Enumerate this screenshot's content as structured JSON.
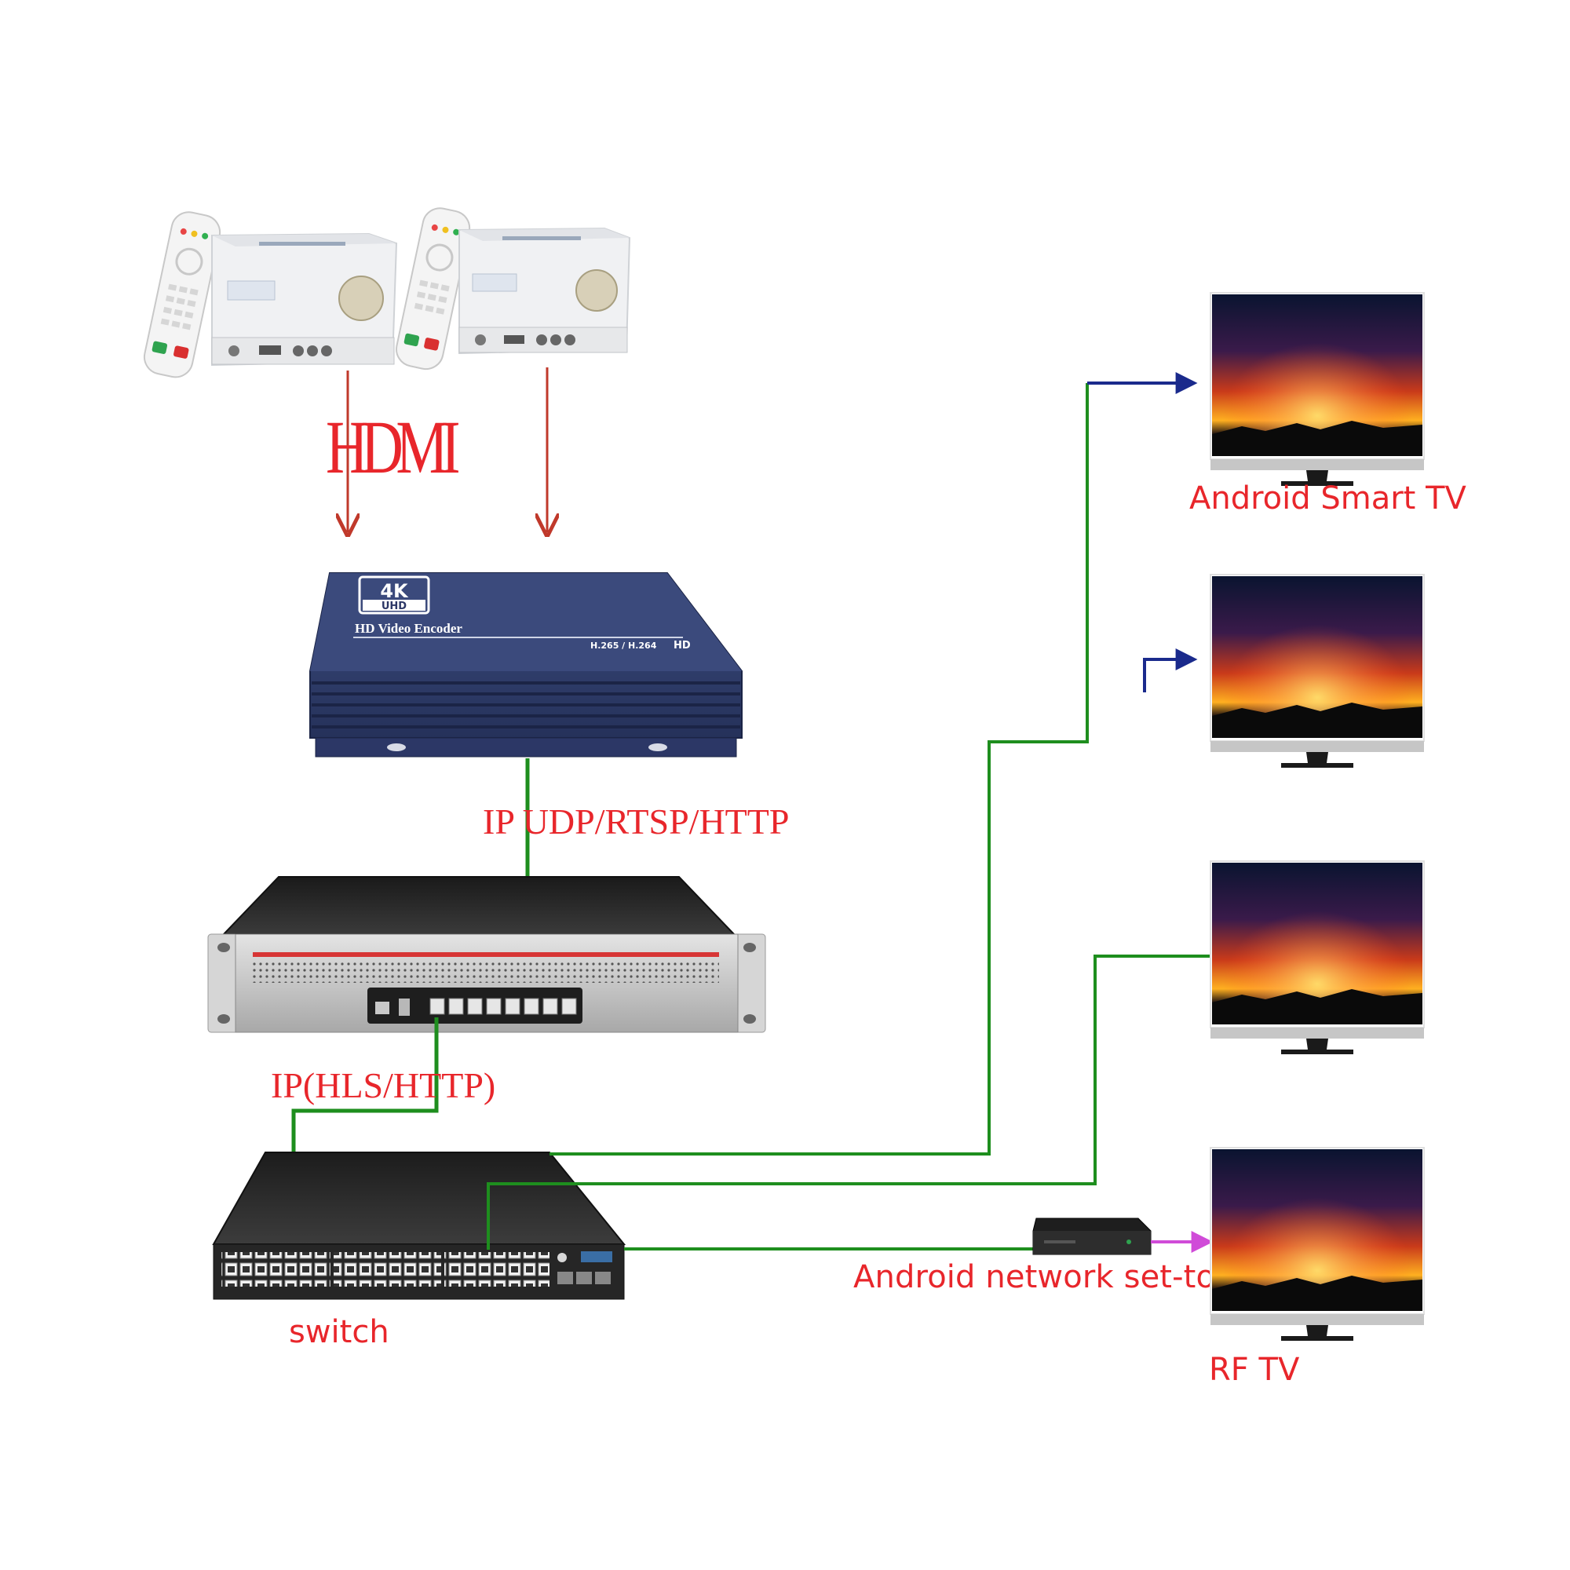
{
  "colors": {
    "label_red": "#e8262b",
    "hdmi_line": "#c0392b",
    "ip_line": "#1e8e1e",
    "tv_link": "#1a2a8c",
    "rf_link": "#d04bd8"
  },
  "labels": {
    "hdmi": "HDMI",
    "encoder_output": "IP UDP/RTSP/HTTP",
    "server_output": "IP(HLS/HTTP)",
    "switch": "switch",
    "android_tv": "Android Smart TV",
    "stb": "Android network set-top box",
    "rf_tv": "RF TV"
  },
  "encoder": {
    "badge_top": "4K",
    "badge_bottom": "UHD",
    "title": "HD Video Encoder",
    "codecs": "H.265 / H.264",
    "hd_mark": "HD"
  }
}
